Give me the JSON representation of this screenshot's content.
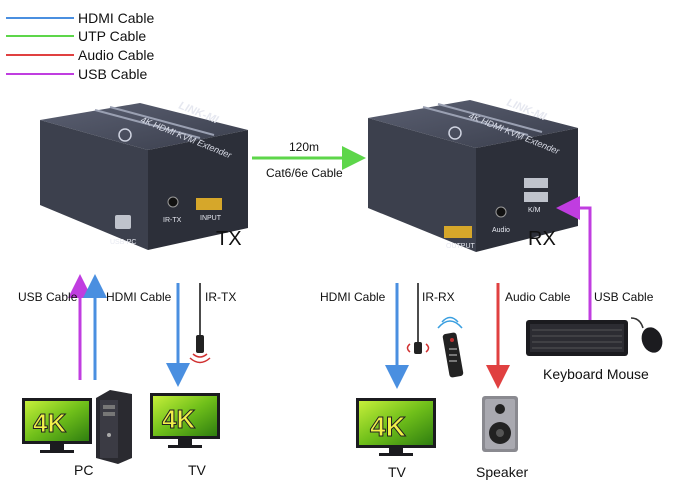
{
  "legend": [
    {
      "label": "HDMI Cable",
      "color": "#4a8fe0"
    },
    {
      "label": "UTP Cable",
      "color": "#5dd64a"
    },
    {
      "label": "Audio Cable",
      "color": "#e04040"
    },
    {
      "label": "USB Cable",
      "color": "#c03de0"
    }
  ],
  "tx": {
    "brand": "LINK-MI",
    "product": "4K HDMI KVM Extender",
    "port_usb": "USB-PC",
    "port_ir": "IR-TX",
    "port_hdmi": "INPUT",
    "label": "TX"
  },
  "rx": {
    "brand": "LINK-MI",
    "product": "4K HDMI KVM Extender",
    "port_hdmi": "OUTPUT",
    "port_audio": "Audio",
    "port_usb": "K/M",
    "label": "RX"
  },
  "link": {
    "distance": "120m",
    "cable": "Cat6/6e Cable"
  },
  "labels": {
    "usb_cable_left": "USB Cable",
    "hdmi_cable_left": "HDMI Cable",
    "ir_tx": "IR-TX",
    "hdmi_cable_right": "HDMI Cable",
    "ir_rx": "IR-RX",
    "audio_cable": "Audio Cable",
    "usb_cable_right": "USB Cable"
  },
  "devices": {
    "pc": "PC",
    "tv_left": "TV",
    "tv_right": "TV",
    "speaker": "Speaker",
    "keyboard_mouse": "Keyboard  Mouse",
    "screen_text": "4K"
  }
}
